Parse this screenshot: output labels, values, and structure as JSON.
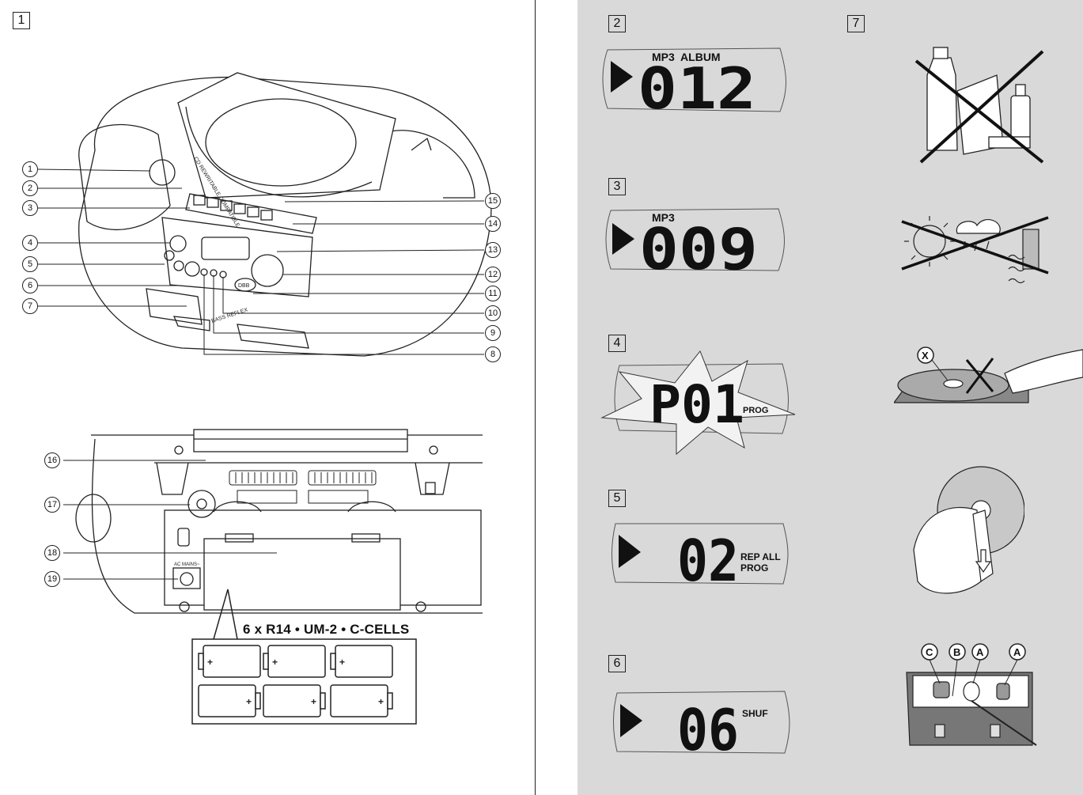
{
  "figures": {
    "fig1": "1",
    "fig2": "2",
    "fig3": "3",
    "fig4": "4",
    "fig5": "5",
    "fig6": "6",
    "fig7": "7"
  },
  "callouts_front": {
    "c1": "1",
    "c2": "2",
    "c3": "3",
    "c4": "4",
    "c5": "5",
    "c6": "6",
    "c7": "7",
    "c8": "8",
    "c9": "9",
    "c10": "10",
    "c11": "11",
    "c12": "12",
    "c13": "13",
    "c14": "14",
    "c15": "15"
  },
  "callouts_back": {
    "c16": "16",
    "c17": "17",
    "c18": "18",
    "c19": "19"
  },
  "device_labels": {
    "cd_lid": "CD REWRITABLE COMPATIBLE",
    "bass_reflex": "BASS REFLEX",
    "dbb": "DBB",
    "ac_mains": "AC MAINS~"
  },
  "battery_caption": "6 x R14 • UM-2 • C-CELLS",
  "lcd_displays": {
    "fig2": {
      "top_labels": "MP3  ALBUM",
      "digits": "012"
    },
    "fig3": {
      "top_labels": "MP3",
      "digits": "009"
    },
    "fig4": {
      "digits": "P01",
      "side_label": "PROG"
    },
    "fig5": {
      "digits": "02",
      "side_label_1": "REP ALL",
      "side_label_2": "PROG"
    },
    "fig6": {
      "digits": "06",
      "side_label": "SHUF"
    }
  },
  "care_labels": {
    "lens_cleaner": "X",
    "cleaning_points": [
      "C",
      "B",
      "A",
      "A"
    ]
  },
  "icons": [
    "play-triangle-icon",
    "battery-icon",
    "chemicals-crossed-icon",
    "heat-moisture-crossed-icon",
    "disc-touch-crossed-icon",
    "disc-handling-icon",
    "deck-cleaning-icon"
  ]
}
